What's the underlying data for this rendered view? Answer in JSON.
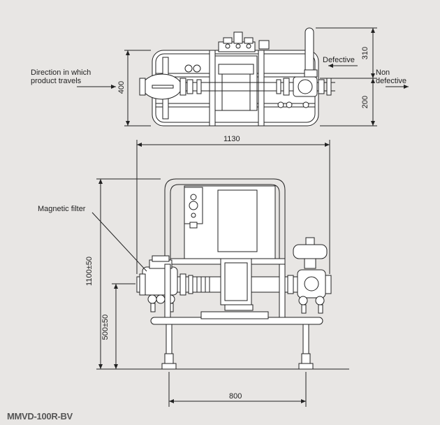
{
  "labels": {
    "direction_line1": "Direction in which",
    "direction_line2": "product travels",
    "defective": "Defective",
    "non_defective_line1": "Non",
    "non_defective_line2": "defective",
    "magnetic_filter": "Magnetic filter",
    "model": "MMVD-100R-BV"
  },
  "dimensions": {
    "depth": "400",
    "upper_offset": "310",
    "lower_offset": "200",
    "length": "1130",
    "height": "1100±50",
    "pipe_height": "500±50",
    "leg_span": "800"
  }
}
